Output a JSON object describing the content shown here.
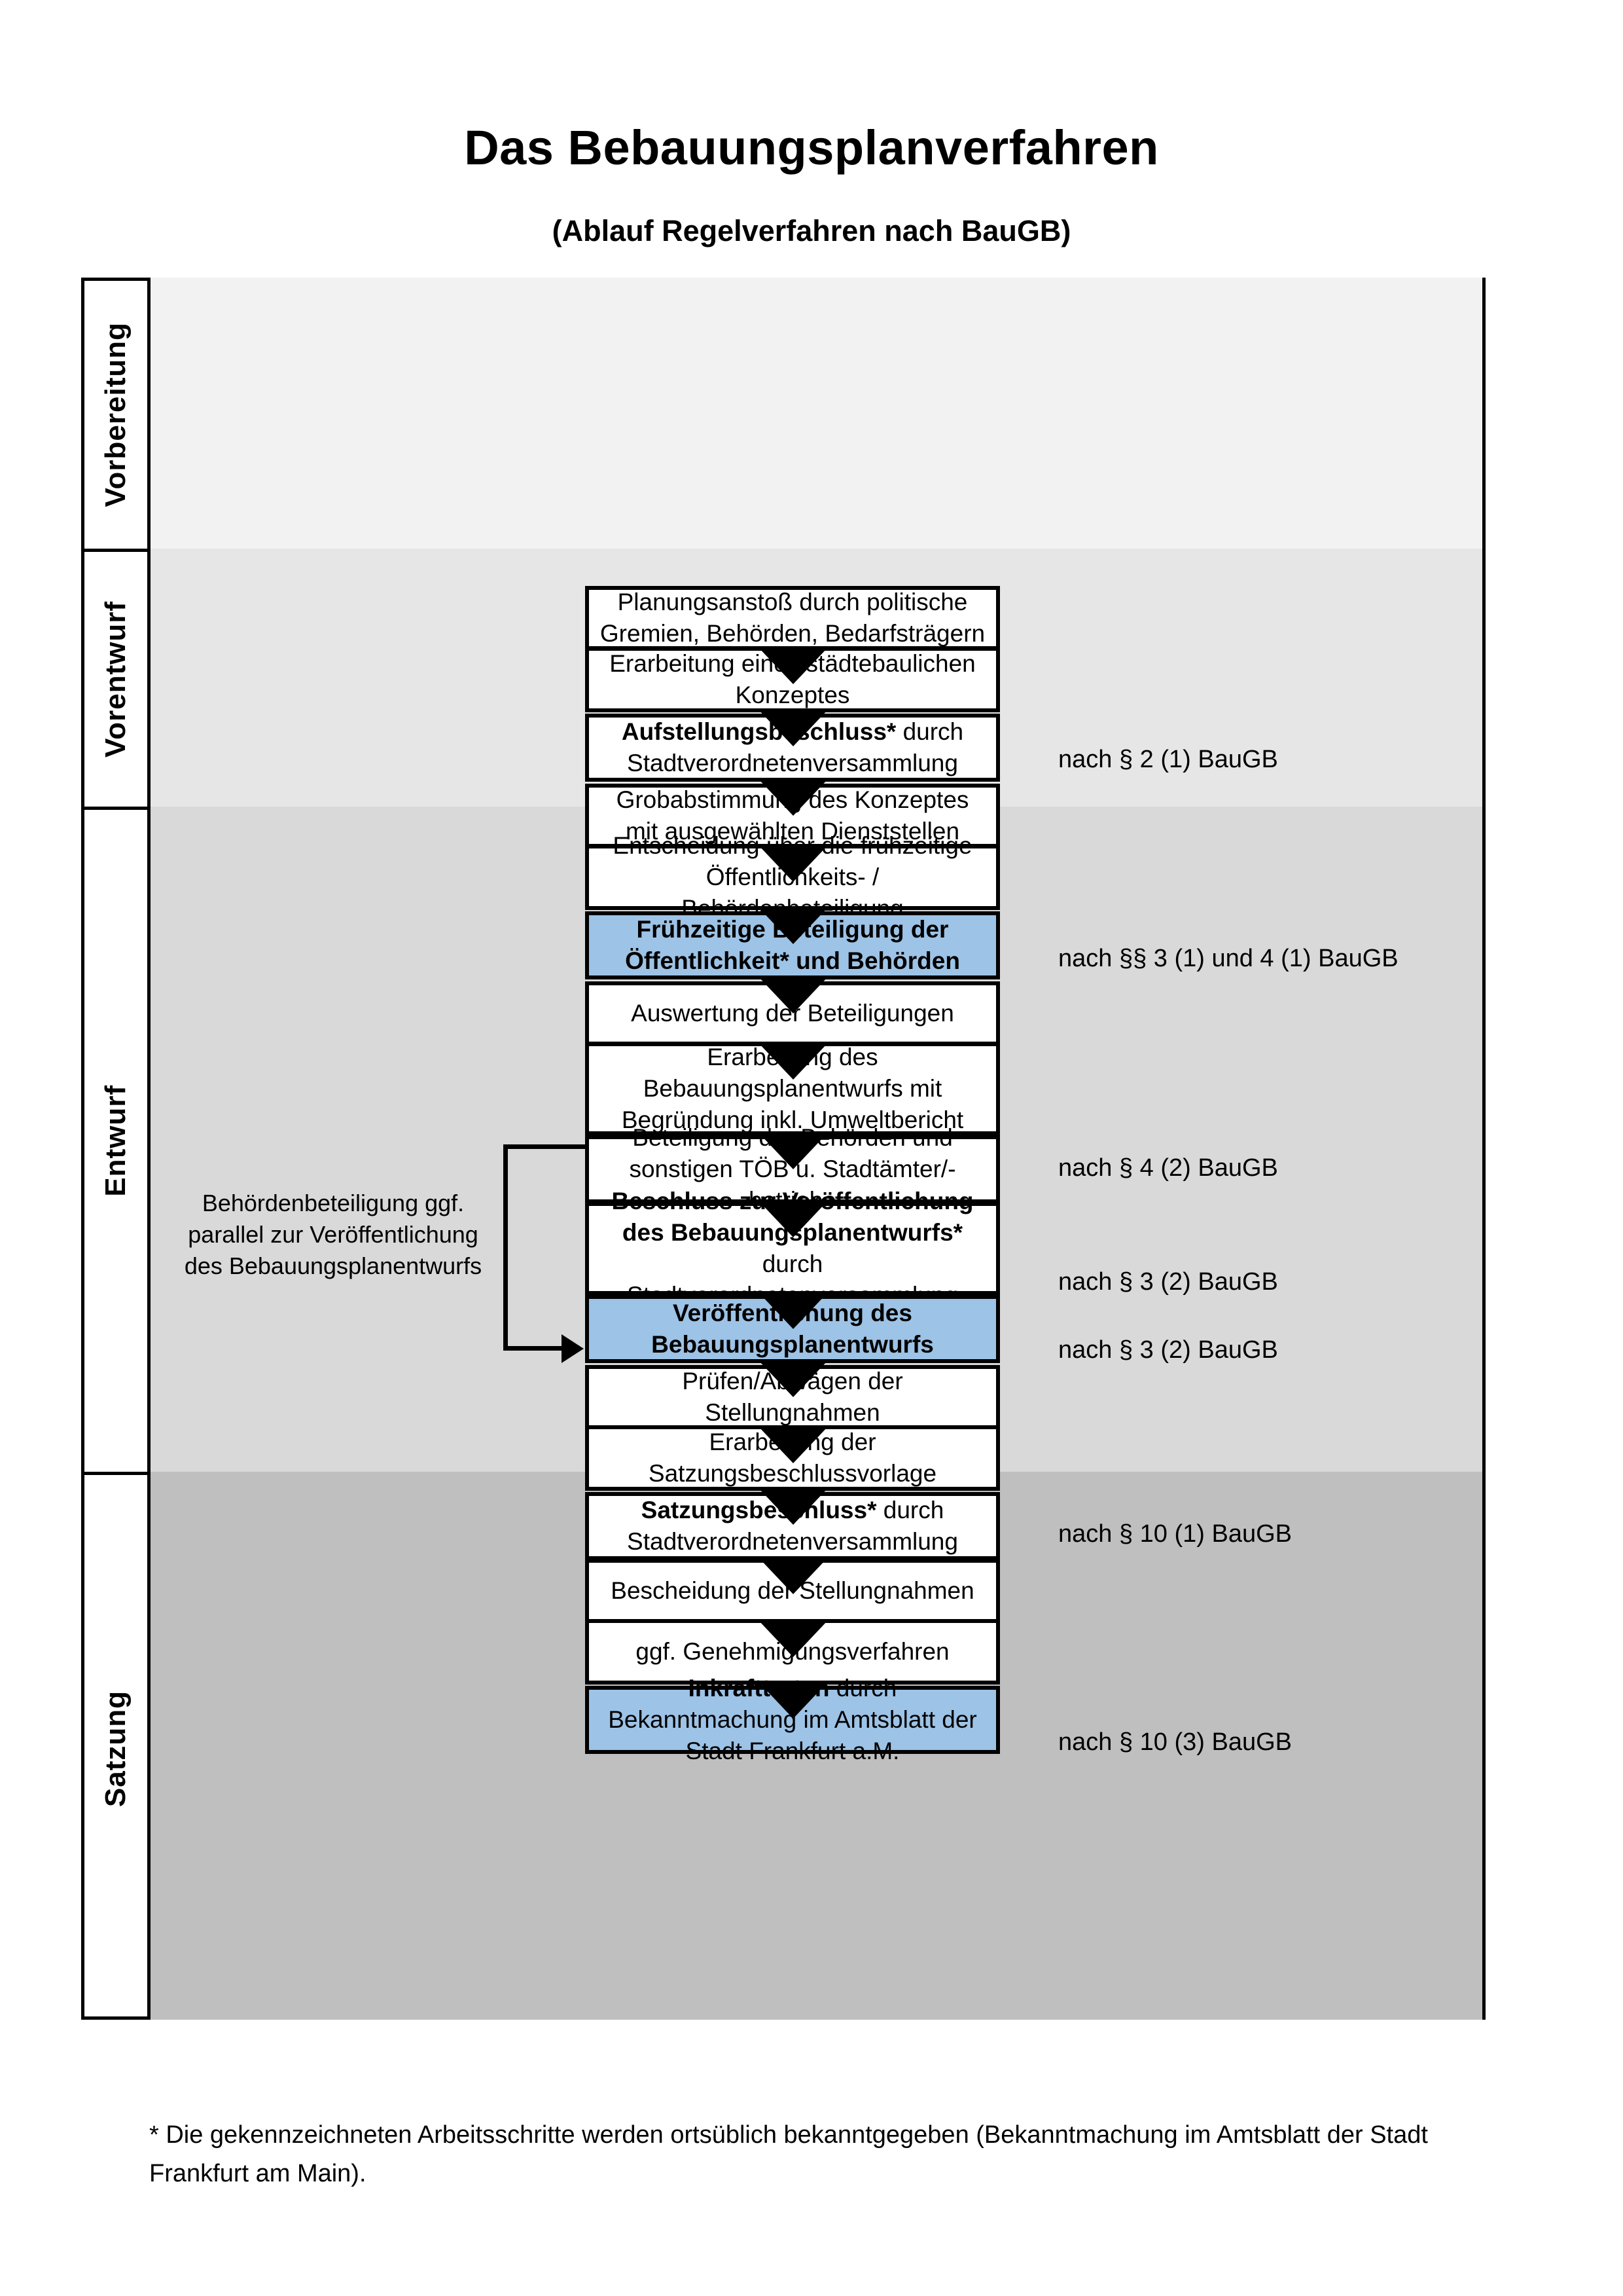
{
  "header": {
    "title": "Das Bebauungsplanverfahren",
    "subtitle": "(Ablauf Regelverfahren nach BauGB)"
  },
  "phases": [
    {
      "id": "vorbereitung",
      "label": "Vorbereitung",
      "band_color": "#F2F2F2"
    },
    {
      "id": "vorentwurf",
      "label": "Vorentwurf",
      "band_color": "#E6E6E6"
    },
    {
      "id": "entwurf",
      "label": "Entwurf",
      "band_color": "#D9D9D9"
    },
    {
      "id": "satzung",
      "label": "Satzung",
      "band_color": "#BFBFBF"
    }
  ],
  "steps": [
    {
      "id": "planungsanstoss",
      "phase": "vorbereitung",
      "highlight": false,
      "bold_prefix": "",
      "text": "Planungsanstoß durch politische Gremien, Behörden, Bedarfsträgern"
    },
    {
      "id": "staedtebauliches-konzept",
      "phase": "vorbereitung",
      "highlight": false,
      "bold_prefix": "",
      "text": "Erarbeitung eines städtebaulichen Konzeptes"
    },
    {
      "id": "aufstellungsbeschluss",
      "phase": "vorbereitung",
      "highlight": false,
      "bold_prefix": "Aufstellungsbeschluss*",
      "text": " durch Stadtverordnetenversammlung"
    },
    {
      "id": "grobabstimmung",
      "phase": "vorentwurf",
      "highlight": false,
      "bold_prefix": "",
      "text": "Grobabstimmung des Konzeptes mit ausgewählten Dienststellen"
    },
    {
      "id": "entscheidung-fruehzeitig",
      "phase": "vorentwurf",
      "highlight": false,
      "bold_prefix": "",
      "text": "Entscheidung über die frühzeitige Öffentlichkeits- / Behördenbeteiligung"
    },
    {
      "id": "fruehzeitige-beteiligung",
      "phase": "vorentwurf",
      "highlight": true,
      "bold_prefix": "Frühzeitige Beteiligung der Öffentlichkeit* und Behörden",
      "text": ""
    },
    {
      "id": "auswertung-beteiligungen",
      "phase": "entwurf",
      "highlight": false,
      "bold_prefix": "",
      "text": "Auswertung der Beteiligungen"
    },
    {
      "id": "erarbeitung-entwurf",
      "phase": "entwurf",
      "highlight": false,
      "bold_prefix": "",
      "text": "Erarbeitung des Bebauungsplanentwurfs mit Begründung inkl. Umweltbericht"
    },
    {
      "id": "beteiligung-behoerden",
      "phase": "entwurf",
      "highlight": false,
      "bold_prefix": "",
      "text": "Beteiligung der Behörden und sonstigen TÖB u. Stadtämter/-betriebe"
    },
    {
      "id": "beschluss-veroeffentlichung",
      "phase": "entwurf",
      "highlight": false,
      "bold_prefix": "Beschluss zur Veröffentlichung des Bebauungsplanentwurfs*",
      "text": " durch Stadtverordnetenversammlung"
    },
    {
      "id": "veroeffentlichung-entwurf",
      "phase": "entwurf",
      "highlight": true,
      "bold_prefix": "Veröffentlichung des Bebauungsplanentwurfs",
      "text": ""
    },
    {
      "id": "pruefen-abwaegen",
      "phase": "satzung",
      "highlight": false,
      "bold_prefix": "",
      "text": "Prüfen/Abwägen der Stellungnahmen"
    },
    {
      "id": "satzungsbeschlussvorlage",
      "phase": "satzung",
      "highlight": false,
      "bold_prefix": "",
      "text": "Erarbeitung der Satzungsbeschlussvorlage"
    },
    {
      "id": "satzungsbeschluss",
      "phase": "satzung",
      "highlight": false,
      "bold_prefix": "Satzungsbeschluss*",
      "text": " durch Stadtverordnetenversammlung"
    },
    {
      "id": "bescheidung-stellungnahmen",
      "phase": "satzung",
      "highlight": false,
      "bold_prefix": "",
      "text": "Bescheidung der Stellungnahmen"
    },
    {
      "id": "genehmigungsverfahren",
      "phase": "satzung",
      "highlight": false,
      "bold_prefix": "",
      "text": "ggf. Genehmigungsverfahren"
    },
    {
      "id": "inkrafttreten",
      "phase": "satzung",
      "highlight": true,
      "bold_prefix": "Inkrafttreten",
      "text": " durch Bekanntmachung im Amtsblatt der Stadt Frankfurt a.M."
    }
  ],
  "legal_refs": [
    {
      "id": "ref-par2-1",
      "text": "nach § 2 (1) BauGB"
    },
    {
      "id": "ref-par3-1-4-1",
      "text": "nach §§ 3 (1) und 4 (1) BauGB"
    },
    {
      "id": "ref-par4-2",
      "text": "nach § 4 (2) BauGB"
    },
    {
      "id": "ref-par3-2-a",
      "text": "nach § 3 (2) BauGB"
    },
    {
      "id": "ref-par3-2-b",
      "text": "nach § 3 (2) BauGB"
    },
    {
      "id": "ref-par10-1",
      "text": "nach § 10 (1) BauGB"
    },
    {
      "id": "ref-par10-3",
      "text": "nach § 10 (3) BauGB"
    }
  ],
  "side_note": {
    "id": "behoerdenbeteiligung-note",
    "text": "Behördenbeteiligung ggf. parallel zur Veröffentlichung des Bebauungsplanentwurfs"
  },
  "footnote": {
    "text": "* Die gekennzeichneten Arbeitsschritte werden ortsüblich bekanntgegeben (Bekanntmachung im Amtsblatt  der Stadt Frankfurt am Main)."
  },
  "colors": {
    "highlight_blue": "#9DC3E6",
    "border": "#000000",
    "page_background": "#FFFFFF"
  }
}
